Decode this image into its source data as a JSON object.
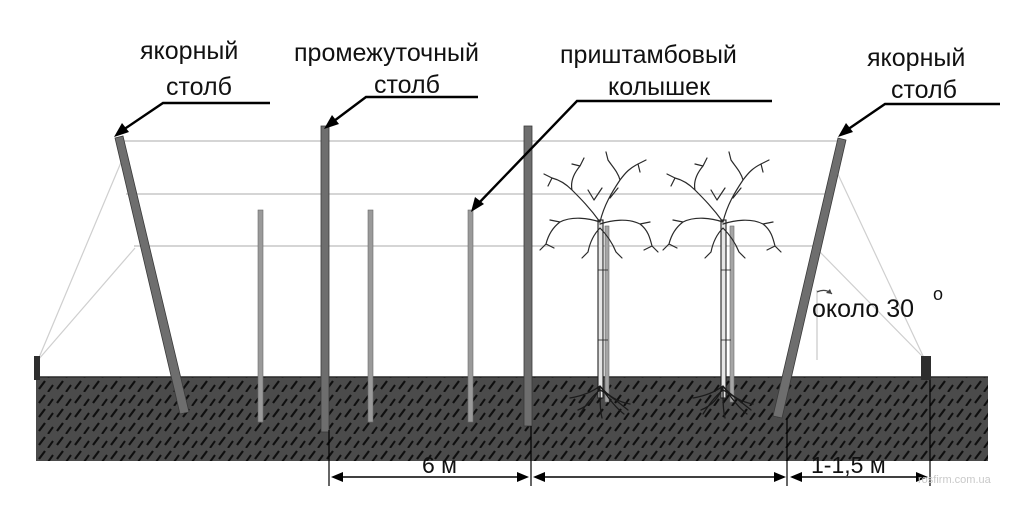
{
  "labels": {
    "anchor_left_line1": "якорный",
    "anchor_left_line2": "столб",
    "intermediate_line1": "промежуточный",
    "intermediate_line2": "столб",
    "stake_line1": "приштамбовый",
    "stake_line2": "колышек",
    "anchor_right_line1": "якорный",
    "anchor_right_line2": "столб",
    "angle_text": "около 30",
    "angle_degree": "o"
  },
  "dimensions": {
    "span": "6 м",
    "anchor_offset": "1-1,5 м"
  },
  "watermark": "rosfirm.com.ua",
  "colors": {
    "soil": "#4a4a4a",
    "soil_hatch": "#101010",
    "post": "#6e6e6e",
    "post_edge": "#3a3a3a",
    "stake": "#9a9a9a",
    "wire": "#c7c7c7"
  }
}
